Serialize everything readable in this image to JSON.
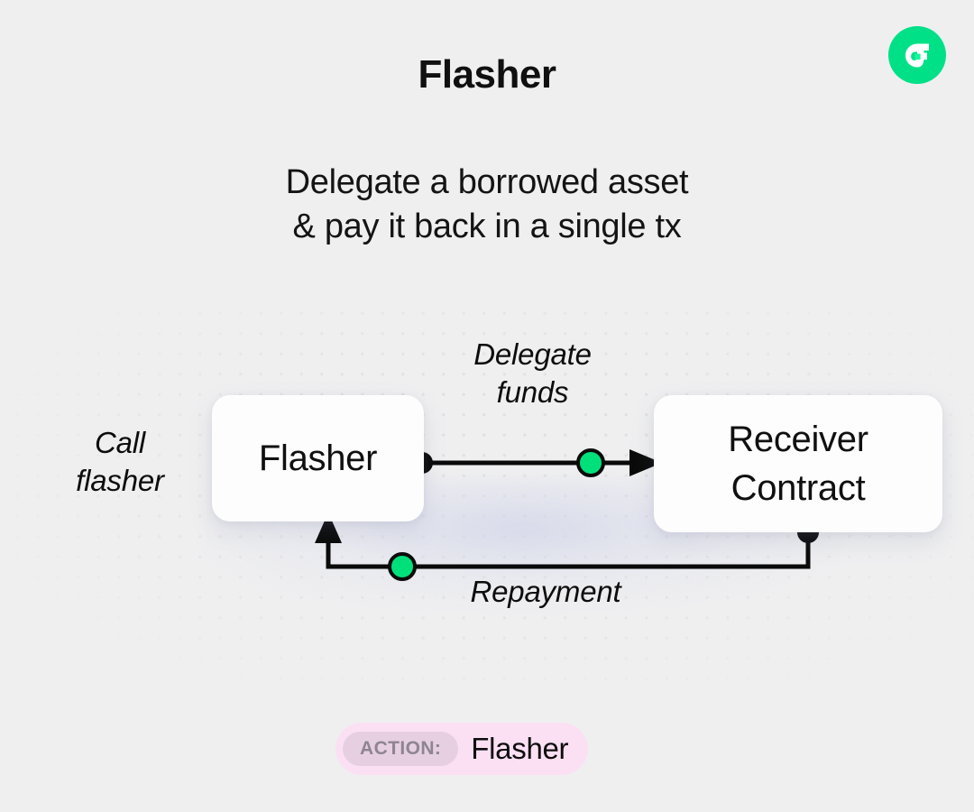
{
  "brand": {
    "logo_icon": "fluid-flash-logo-icon",
    "logo_color": "#00e187"
  },
  "header": {
    "title": "Flasher",
    "subtitle": "Delegate a borrowed asset\n& pay it back in a single tx",
    "subtitle_line1": "Delegate a borrowed asset",
    "subtitle_line2": "& pay it back in a single tx"
  },
  "diagram": {
    "nodes": [
      {
        "id": "flasher",
        "label": "Flasher"
      },
      {
        "id": "receiver",
        "label": "Receiver\nContract",
        "label_line1": "Receiver",
        "label_line2": "Contract"
      }
    ],
    "labels": {
      "call_flasher": "Call\nflasher",
      "call_flasher_line1": "Call",
      "call_flasher_line2": "flasher",
      "delegate_funds": "Delegate\nfunds",
      "delegate_funds_line1": "Delegate",
      "delegate_funds_line2": "funds",
      "repayment": "Repayment"
    },
    "edges": [
      {
        "id": "delegate",
        "from": "flasher",
        "to": "receiver",
        "label": "Delegate funds",
        "marker": "arrow"
      },
      {
        "id": "repayment",
        "from": "receiver",
        "to": "flasher",
        "label": "Repayment",
        "marker": "arrow"
      }
    ],
    "colors": {
      "wire": "#0a0a0a",
      "node_dot": "#00e07a",
      "accent_glow": "#00a05c",
      "background": "#efeff0",
      "grid_dot": "#e1e1e3"
    }
  },
  "action": {
    "chip_label": "ACTION:",
    "value": "Flasher",
    "badge_color": "#fbe0f4",
    "chip_color": "#e7cfe2"
  }
}
